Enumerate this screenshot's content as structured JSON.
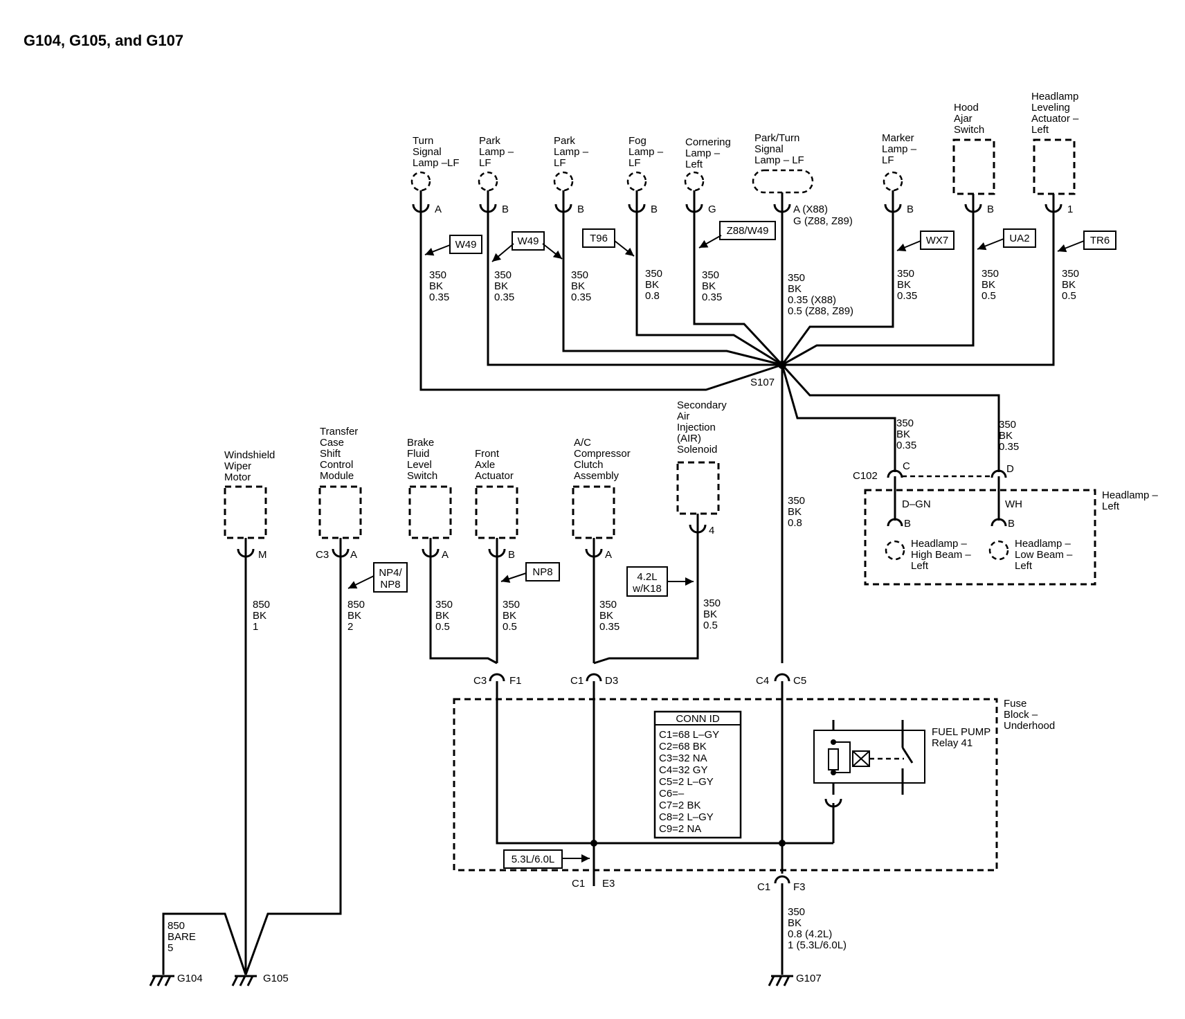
{
  "title": "G104, G105, and G107",
  "components": {
    "turn_signal_lamp_lf": [
      "Turn",
      "Signal",
      "Lamp –LF"
    ],
    "park_lamp_1": [
      "Park",
      "Lamp –",
      "LF"
    ],
    "park_lamp_2": [
      "Park",
      "Lamp –",
      "LF"
    ],
    "fog_lamp": [
      "Fog",
      "Lamp –",
      "LF"
    ],
    "cornering_lamp": [
      "Cornering",
      "Lamp –",
      "Left"
    ],
    "park_turn_signal_lamp": [
      "Park/Turn",
      "Signal",
      "Lamp – LF"
    ],
    "marker_lamp": [
      "Marker",
      "Lamp –",
      "LF"
    ],
    "hood_ajar_switch": [
      "Hood",
      "Ajar",
      "Switch"
    ],
    "headlamp_leveling": [
      "Headlamp",
      "Leveling",
      "Actuator –",
      "Left"
    ],
    "windshield_wiper_motor": [
      "Windshield",
      "Wiper",
      "Motor"
    ],
    "transfer_case": [
      "Transfer",
      "Case",
      "Shift",
      "Control",
      "Module"
    ],
    "brake_fluid": [
      "Brake",
      "Fluid",
      "Level",
      "Switch"
    ],
    "front_axle": [
      "Front",
      "Axle",
      "Actuator"
    ],
    "ac_compressor": [
      "A/C",
      "Compressor",
      "Clutch",
      "Assembly"
    ],
    "secondary_air": [
      "Secondary",
      "Air",
      "Injection",
      "(AIR)",
      "Solenoid"
    ],
    "headlamp_left": [
      "Headlamp –",
      "Left"
    ],
    "headlamp_high": [
      "Headlamp –",
      "High Beam –",
      "Left"
    ],
    "headlamp_low": [
      "Headlamp –",
      "Low Beam –",
      "Left"
    ],
    "fuse_block": [
      "Fuse",
      "Block –",
      "Underhood"
    ],
    "fuel_pump_relay": [
      "FUEL PUMP",
      "Relay 41"
    ]
  },
  "pins": {
    "turn": "A",
    "park1": "B",
    "park2": "B",
    "fog": "B",
    "corner": "G",
    "parkturn": [
      "A (X88)",
      "G (Z88, Z89)"
    ],
    "marker": "B",
    "hood": "B",
    "leveling": "1",
    "wiper": "M",
    "transfer_c": "C3",
    "transfer_p": "A",
    "brake": "A",
    "axle": "B",
    "ac": "A",
    "air": "4",
    "c102_label": "C102",
    "c102_c": "C",
    "c102_d": "D",
    "hl_b1": "B",
    "hl_b2": "B",
    "c3": "C3",
    "f1": "F1",
    "c1a": "C1",
    "d3": "D3",
    "c4": "C4",
    "c5": "C5",
    "c1b": "C1",
    "e3": "E3",
    "c1c": "C1",
    "f3": "F3"
  },
  "options": {
    "w49a": "W49",
    "w49b": "W49",
    "t96": "T96",
    "z88w49": "Z88/W49",
    "wx7": "WX7",
    "ua2": "UA2",
    "tr6": "TR6",
    "np4": [
      "NP4/",
      "NP8"
    ],
    "np8": "NP8",
    "k18": [
      "4.2L",
      "w/K18"
    ],
    "l53": "5.3L/6.0L"
  },
  "wires": {
    "turn": [
      "350",
      "BK",
      "0.35"
    ],
    "park1": [
      "350",
      "BK",
      "0.35"
    ],
    "park2": [
      "350",
      "BK",
      "0.35"
    ],
    "fog": [
      "350",
      "BK",
      "0.8"
    ],
    "corner": [
      "350",
      "BK",
      "0.35"
    ],
    "parkturn": [
      "350",
      "BK",
      "0.35 (X88)",
      "0.5 (Z88, Z89)"
    ],
    "marker": [
      "350",
      "BK",
      "0.35"
    ],
    "hood": [
      "350",
      "BK",
      "0.5"
    ],
    "leveling": [
      "350",
      "BK",
      "0.5"
    ],
    "hl_c": [
      "350",
      "BK",
      "0.35"
    ],
    "hl_d": [
      "350",
      "BK",
      "0.35"
    ],
    "trunk": [
      "350",
      "BK",
      "0.8"
    ],
    "wiper": [
      "850",
      "BK",
      "1"
    ],
    "transfer": [
      "850",
      "BK",
      "2"
    ],
    "brake": [
      "350",
      "BK",
      "0.5"
    ],
    "axle": [
      "350",
      "BK",
      "0.5"
    ],
    "ac": [
      "350",
      "BK",
      "0.35"
    ],
    "air": [
      "350",
      "BK",
      "0.5"
    ],
    "bare": [
      "850",
      "BARE",
      "5"
    ],
    "ground107": [
      "350",
      "BK",
      "0.8 (4.2L)",
      "1 (5.3L/6.0L)"
    ],
    "dgn": "D–GN",
    "wh": "WH"
  },
  "splice": "S107",
  "conn_id": {
    "header": "CONN ID",
    "rows": [
      "C1=68 L–GY",
      "C2=68 BK",
      "C3=32 NA",
      "C4=32 GY",
      "C5=2 L–GY",
      "C6=–",
      "C7=2 BK",
      "C8=2 L–GY",
      "C9=2 NA"
    ]
  },
  "grounds": {
    "g104": "G104",
    "g105": "G105",
    "g107": "G107"
  }
}
